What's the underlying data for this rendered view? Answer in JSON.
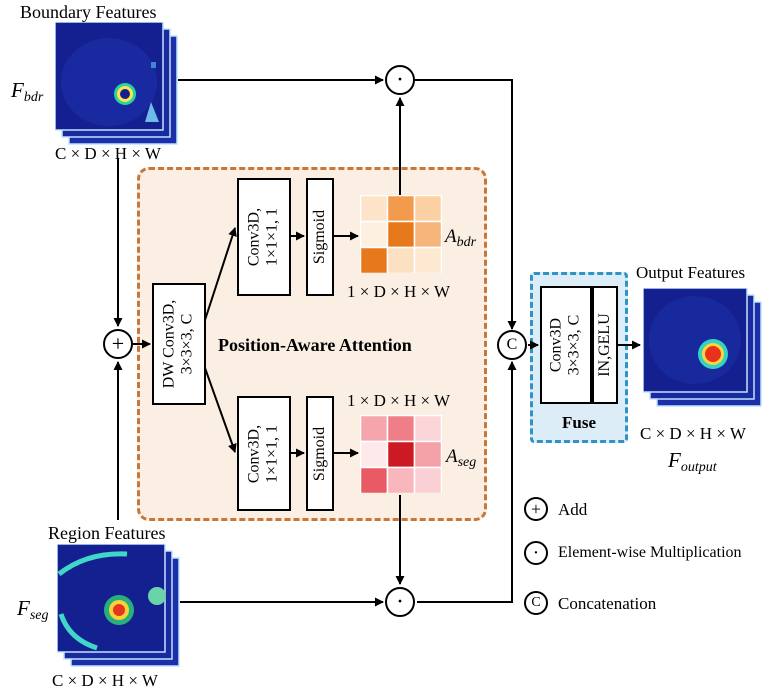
{
  "inputs": {
    "boundary_title": "Boundary Features",
    "boundary_symbol": "F",
    "boundary_sub": "bdr",
    "boundary_dims": "C × D × H × W",
    "region_title": "Region Features",
    "region_symbol": "F",
    "region_sub": "seg",
    "region_dims": "C × D × H × W"
  },
  "attention": {
    "title": "Position-Aware Attention",
    "dw_conv_line1": "DW Conv3D,",
    "dw_conv_line2": "3×3×3, C",
    "top_conv_line1": "Conv3D,",
    "top_conv_line2": "1×1×1, 1",
    "top_sigmoid": "Sigmoid",
    "bottom_conv_line1": "Conv3D,",
    "bottom_conv_line2": "1×1×1, 1",
    "bottom_sigmoid": "Sigmoid",
    "a_bdr_symbol": "A",
    "a_bdr_sub": "bdr",
    "a_bdr_dims": "1 × D × H × W",
    "a_seg_symbol": "A",
    "a_seg_sub": "seg",
    "a_seg_dims": "1 × D × H × W",
    "a_bdr_colors": [
      "#fde4c8",
      "#f29b4d",
      "#fbd1a4",
      "#fef0e1",
      "#e8781c",
      "#f6b57a",
      "#e8781c",
      "#fce0c2",
      "#fde8d2"
    ],
    "a_seg_colors": [
      "#f4a6ac",
      "#ee7f88",
      "#fbd5d8",
      "#fde9ea",
      "#cc1a25",
      "#f4a0a7",
      "#ea5a64",
      "#f7b7bc",
      "#fbd0d4"
    ],
    "accent_border": "#c8773a",
    "accent_fill": "#fbefe4"
  },
  "fuse": {
    "conv_line1": "Conv3D",
    "conv_line2": "3×3×3, C",
    "norm": "IN,GELU",
    "label": "Fuse",
    "accent_border": "#2f93c6",
    "accent_fill": "#dcedf7"
  },
  "output": {
    "title": "Output Features",
    "dims": "C × D × H × W",
    "symbol": "F",
    "sub": "output"
  },
  "operators": {
    "add": "+",
    "multiply": "·",
    "concat": "C"
  },
  "legend": [
    {
      "symbol": "+",
      "text": "Add"
    },
    {
      "symbol": "·",
      "text": "Element-wise Multiplication"
    },
    {
      "symbol": "C",
      "text": "Concatenation"
    }
  ]
}
